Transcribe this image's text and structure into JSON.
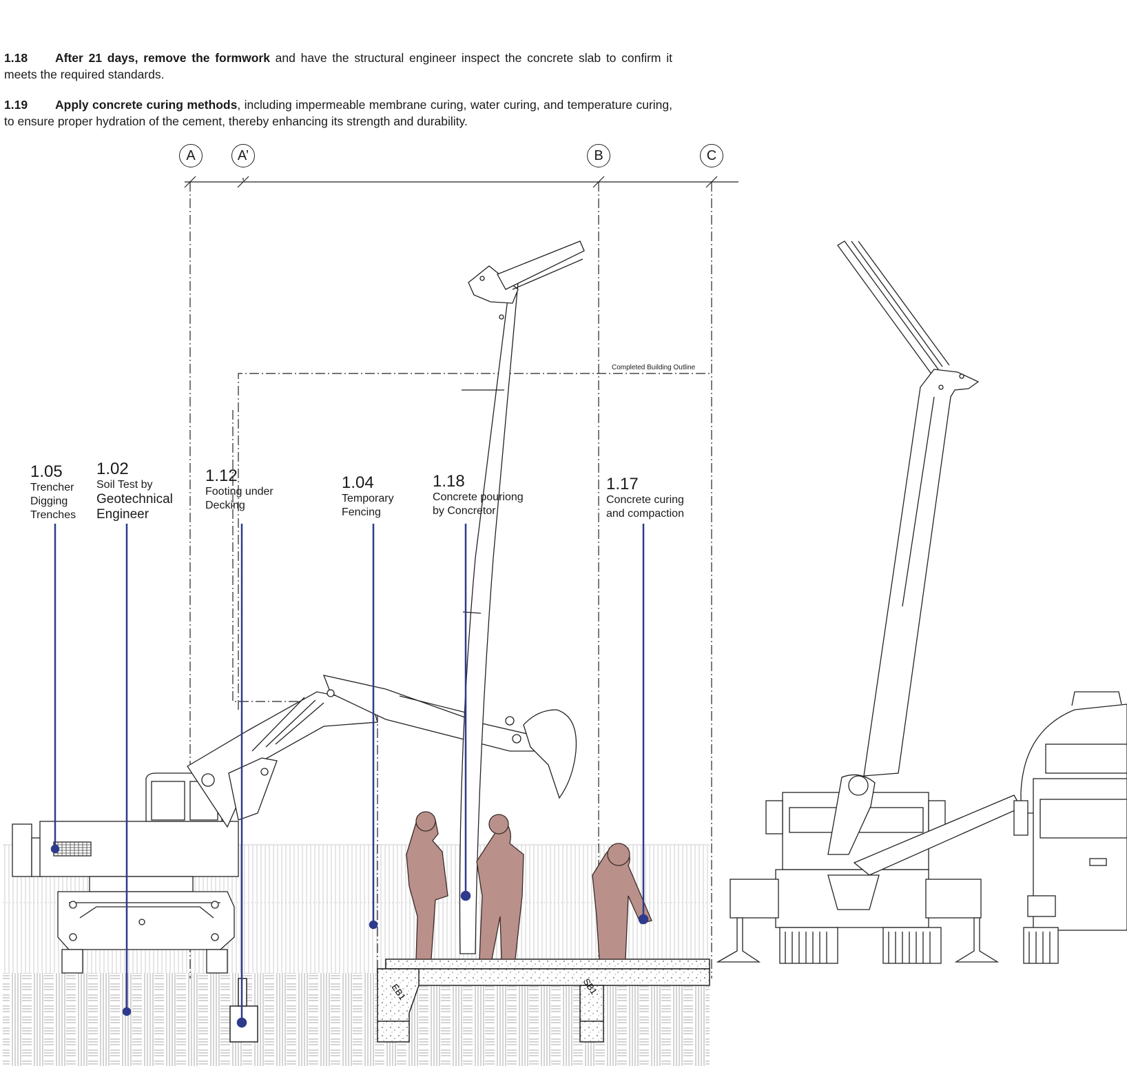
{
  "notes": [
    {
      "number": "1.18",
      "bold": "After 21 days, remove the formwork",
      "text": " and have the structural engineer inspect the concrete slab to confirm it meets the required standards."
    },
    {
      "number": "1.19",
      "bold": "Apply concrete curing methods",
      "text": ", including impermeable membrane curing, water curing, and temperature curing, to ensure proper hydration of the cement, thereby enhancing its strength and durability."
    }
  ],
  "grid_lines": [
    "A",
    "A’",
    "B",
    "C"
  ],
  "building_outline_label": "Completed Building Outline",
  "callouts": [
    {
      "number": "1.05",
      "lines": [
        "Trencher",
        "Digging",
        "Trenches"
      ]
    },
    {
      "number": "1.02",
      "lines": [
        "Soil Test by",
        "Geotechnical",
        "Engineer"
      ]
    },
    {
      "number": "1.12",
      "lines": [
        "Footing under",
        "Decking"
      ]
    },
    {
      "number": "1.04",
      "lines": [
        "Temporary",
        "Fencing"
      ]
    },
    {
      "number": "1.18",
      "lines": [
        "Concrete pouriong",
        "by Concretor"
      ]
    },
    {
      "number": "1.17",
      "lines": [
        "Concrete curing",
        "and compaction"
      ]
    }
  ],
  "beam_labels": [
    "EB1",
    "SB1"
  ],
  "colors": {
    "leader": "#2e3a8c",
    "workers": "#b9908a",
    "line": "#222222"
  }
}
